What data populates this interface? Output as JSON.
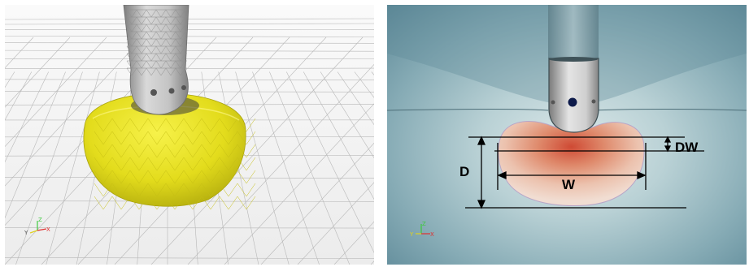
{
  "left_panel": {
    "description_colors": {
      "ablation_zone": "#e6e01e",
      "needle": "#b9b9b9",
      "mesh_bg": "#f4f4f4"
    },
    "triad": {
      "z_label": "Z",
      "y_label": "Y",
      "x_label": "X"
    }
  },
  "right_panel": {
    "labels": {
      "depth": "D",
      "width": "W",
      "distal_width": "DW"
    },
    "colors": {
      "field_outer": "#5f8a98",
      "field_inner": "#cfe0e2",
      "hot": "#d25a40"
    },
    "triad": {
      "z_label": "Z",
      "y_label": "Y",
      "x_label": "X"
    }
  }
}
